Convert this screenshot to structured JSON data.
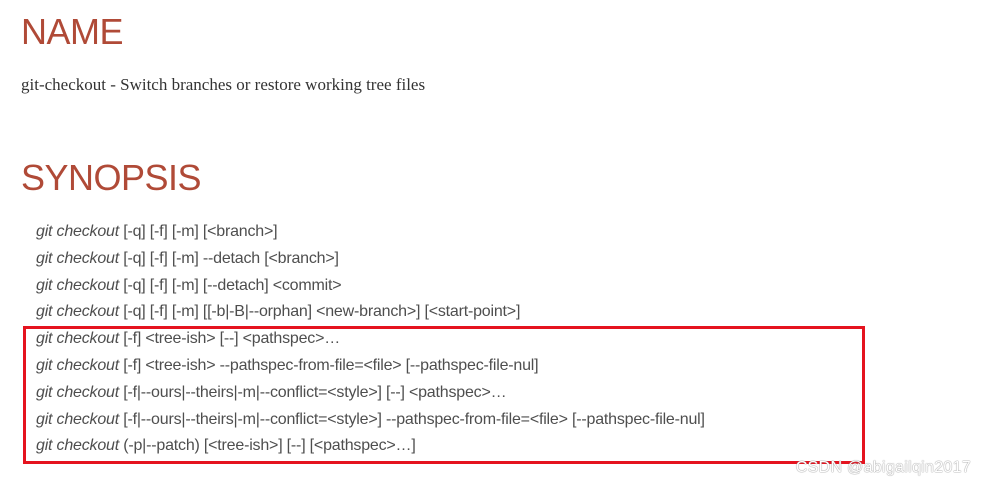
{
  "name_heading": "NAME",
  "name_description": "git-checkout - Switch branches or restore working tree files",
  "synopsis_heading": "SYNOPSIS",
  "synopsis_lines": [
    {
      "cmd": "git checkout",
      "args": " [-q] [-f] [-m] [<branch>]"
    },
    {
      "cmd": "git checkout",
      "args": " [-q] [-f] [-m] --detach [<branch>]"
    },
    {
      "cmd": "git checkout",
      "args": " [-q] [-f] [-m] [--detach] <commit>"
    },
    {
      "cmd": "git checkout",
      "args": " [-q] [-f] [-m] [[-b|-B|--orphan] <new-branch>] [<start-point>]"
    },
    {
      "cmd": "git checkout",
      "args": " [-f] <tree-ish> [--] <pathspec>…"
    },
    {
      "cmd": "git checkout",
      "args": " [-f] <tree-ish> --pathspec-from-file=<file> [--pathspec-file-nul]"
    },
    {
      "cmd": "git checkout",
      "args": " [-f|--ours|--theirs|-m|--conflict=<style>] [--] <pathspec>…"
    },
    {
      "cmd": "git checkout",
      "args": " [-f|--ours|--theirs|-m|--conflict=<style>] --pathspec-from-file=<file> [--pathspec-file-nul]"
    },
    {
      "cmd": "git checkout",
      "args": " (-p|--patch) [<tree-ish>] [--] [<pathspec>…]"
    }
  ],
  "watermark": "CSDN @abigailqin2017",
  "colors": {
    "heading": "#b04a37",
    "highlight_border": "#e5131f",
    "text": "#4e4e4e"
  }
}
